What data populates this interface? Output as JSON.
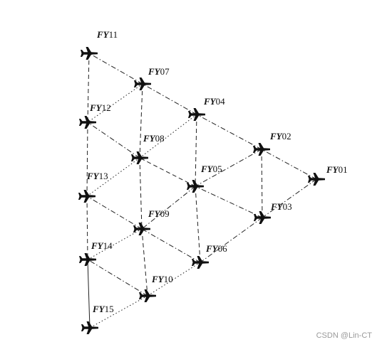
{
  "aircraft": [
    {
      "id": "FY01",
      "prefix": "FY",
      "number": "01"
    },
    {
      "id": "FY02",
      "prefix": "FY",
      "number": "02"
    },
    {
      "id": "FY03",
      "prefix": "FY",
      "number": "03"
    },
    {
      "id": "FY04",
      "prefix": "FY",
      "number": "04"
    },
    {
      "id": "FY05",
      "prefix": "FY",
      "number": "05"
    },
    {
      "id": "FY06",
      "prefix": "FY",
      "number": "06"
    },
    {
      "id": "FY07",
      "prefix": "FY",
      "number": "07"
    },
    {
      "id": "FY08",
      "prefix": "FY",
      "number": "08"
    },
    {
      "id": "FY09",
      "prefix": "FY",
      "number": "09"
    },
    {
      "id": "FY10",
      "prefix": "FY",
      "number": "10"
    },
    {
      "id": "FY11",
      "prefix": "FY",
      "number": "11"
    },
    {
      "id": "FY12",
      "prefix": "FY",
      "number": "12"
    },
    {
      "id": "FY13",
      "prefix": "FY",
      "number": "13"
    },
    {
      "id": "FY14",
      "prefix": "FY",
      "number": "14"
    },
    {
      "id": "FY15",
      "prefix": "FY",
      "number": "15"
    }
  ],
  "links": [
    {
      "from": "FY01",
      "to": "FY02",
      "style": "dashdot"
    },
    {
      "from": "FY01",
      "to": "FY03",
      "style": "dashdot"
    },
    {
      "from": "FY02",
      "to": "FY03",
      "style": "dashed"
    },
    {
      "from": "FY02",
      "to": "FY04",
      "style": "dashdot"
    },
    {
      "from": "FY02",
      "to": "FY05",
      "style": "dashdot"
    },
    {
      "from": "FY03",
      "to": "FY05",
      "style": "dashdot"
    },
    {
      "from": "FY03",
      "to": "FY06",
      "style": "dashdot"
    },
    {
      "from": "FY04",
      "to": "FY07",
      "style": "dashdot"
    },
    {
      "from": "FY04",
      "to": "FY05",
      "style": "dashed"
    },
    {
      "from": "FY04",
      "to": "FY08",
      "style": "dotted"
    },
    {
      "from": "FY05",
      "to": "FY08",
      "style": "dashed"
    },
    {
      "from": "FY05",
      "to": "FY09",
      "style": "dashdot"
    },
    {
      "from": "FY05",
      "to": "FY06",
      "style": "dashed"
    },
    {
      "from": "FY06",
      "to": "FY09",
      "style": "dashdot"
    },
    {
      "from": "FY06",
      "to": "FY10",
      "style": "dotted"
    },
    {
      "from": "FY07",
      "to": "FY08",
      "style": "dashed"
    },
    {
      "from": "FY07",
      "to": "FY11",
      "style": "dashdot"
    },
    {
      "from": "FY07",
      "to": "FY12",
      "style": "dotted"
    },
    {
      "from": "FY08",
      "to": "FY09",
      "style": "dashed"
    },
    {
      "from": "FY08",
      "to": "FY12",
      "style": "dashdot"
    },
    {
      "from": "FY08",
      "to": "FY13",
      "style": "dotted"
    },
    {
      "from": "FY09",
      "to": "FY10",
      "style": "dashed"
    },
    {
      "from": "FY09",
      "to": "FY13",
      "style": "dashdot"
    },
    {
      "from": "FY09",
      "to": "FY14",
      "style": "dotted"
    },
    {
      "from": "FY10",
      "to": "FY14",
      "style": "dashdot"
    },
    {
      "from": "FY10",
      "to": "FY15",
      "style": "dotted"
    },
    {
      "from": "FY11",
      "to": "FY12",
      "style": "dashed"
    },
    {
      "from": "FY12",
      "to": "FY13",
      "style": "dashed"
    },
    {
      "from": "FY13",
      "to": "FY14",
      "style": "dashed"
    },
    {
      "from": "FY14",
      "to": "FY15",
      "style": "solid"
    }
  ],
  "watermark": "CSDN @Lin-CT",
  "colors": {
    "line": "#222222",
    "plane": "#111111",
    "label": "#111111",
    "watermark": "#9a9a9a"
  }
}
